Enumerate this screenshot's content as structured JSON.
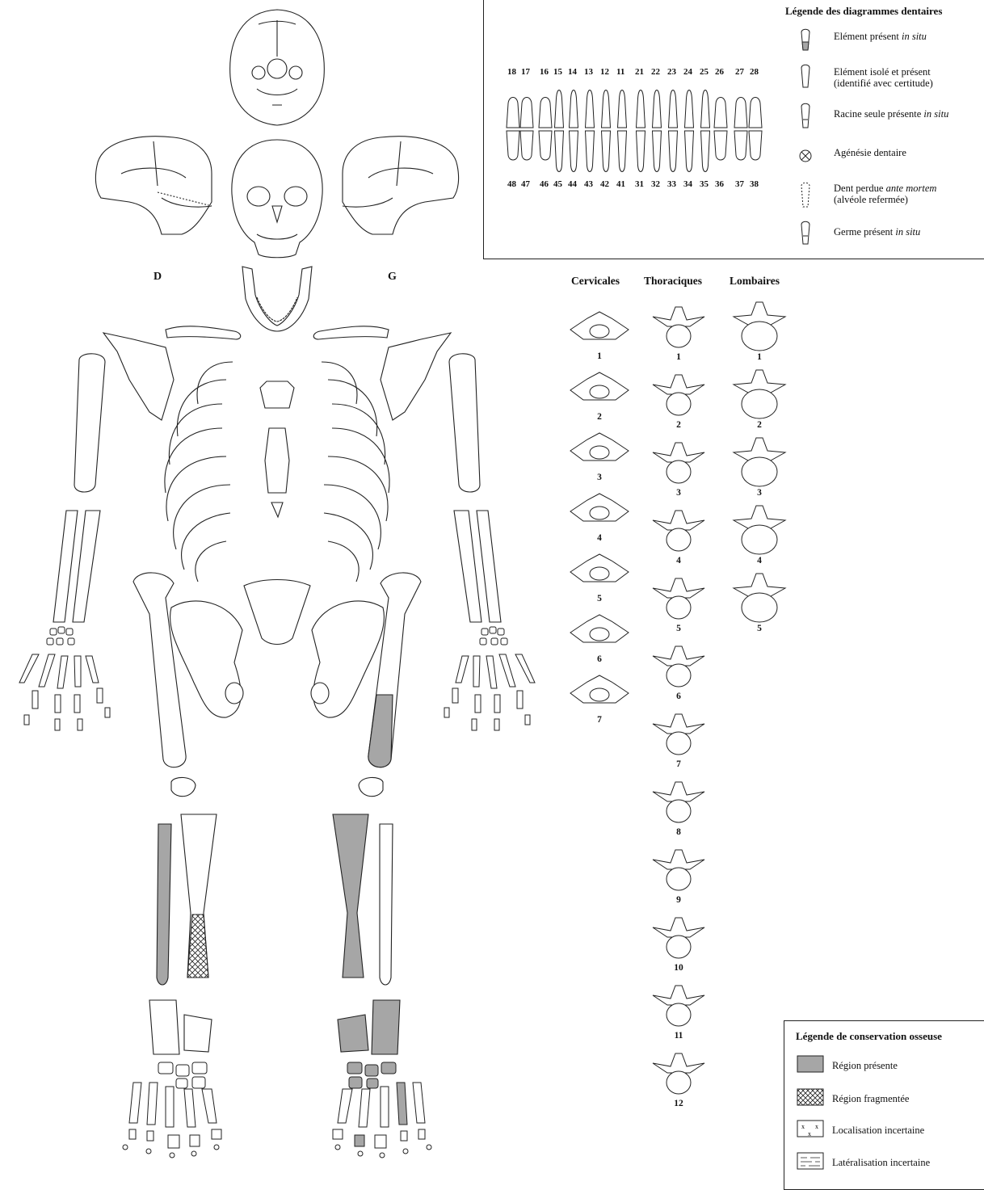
{
  "side_labels": {
    "right": "D",
    "left": "G"
  },
  "dental_legend": {
    "title": "Légende des diagrammes dentaires",
    "upper_teeth": [
      "18",
      "17",
      "16",
      "15",
      "14",
      "13",
      "12",
      "11",
      "21",
      "22",
      "23",
      "24",
      "25",
      "26",
      "27",
      "28"
    ],
    "lower_teeth": [
      "48",
      "47",
      "46",
      "45",
      "44",
      "43",
      "42",
      "41",
      "31",
      "32",
      "33",
      "34",
      "35",
      "36",
      "37",
      "38"
    ],
    "items": [
      {
        "text": "Elément présent ",
        "italic": "in situ",
        "text2": "",
        "icon": "tooth-present-icon"
      },
      {
        "text": "Elément isolé et présent",
        "italic": "",
        "text2": "(identifié avec certitude)",
        "icon": "tooth-isolated-icon"
      },
      {
        "text": "Racine seule présente ",
        "italic": "in situ",
        "text2": "",
        "icon": "tooth-root-icon"
      },
      {
        "text": "Agénésie dentaire",
        "italic": "",
        "text2": "",
        "icon": "agenesis-icon"
      },
      {
        "text": "Dent perdue ",
        "italic": "ante mortem",
        "text2": "(alvéole refermée)",
        "icon": "tooth-lost-icon"
      },
      {
        "text": "Germe présent ",
        "italic": "in situ",
        "text2": "",
        "icon": "tooth-germ-icon"
      }
    ]
  },
  "vertebrae": {
    "cervical": {
      "label": "Cervicales",
      "numbers": [
        "1",
        "2",
        "3",
        "4",
        "5",
        "6",
        "7"
      ]
    },
    "thoracic": {
      "label": "Thoraciques",
      "numbers": [
        "1",
        "2",
        "3",
        "4",
        "5",
        "6",
        "7",
        "8",
        "9",
        "10",
        "11",
        "12"
      ]
    },
    "lumbar": {
      "label": "Lombaires",
      "numbers": [
        "1",
        "2",
        "3",
        "4",
        "5"
      ]
    }
  },
  "bone_legend": {
    "title": "Légende de conservation osseuse",
    "items": [
      {
        "text": "Région présente",
        "icon": "present-swatch-icon"
      },
      {
        "text": "Région fragmentée",
        "icon": "fragmented-swatch-icon"
      },
      {
        "text": "Localisation incertaine",
        "icon": "uncertain-location-icon"
      },
      {
        "text": "Latéralisation incertaine",
        "icon": "uncertain-side-icon"
      }
    ]
  },
  "colors": {
    "present": "#a6a6a6",
    "outline": "#222222"
  }
}
